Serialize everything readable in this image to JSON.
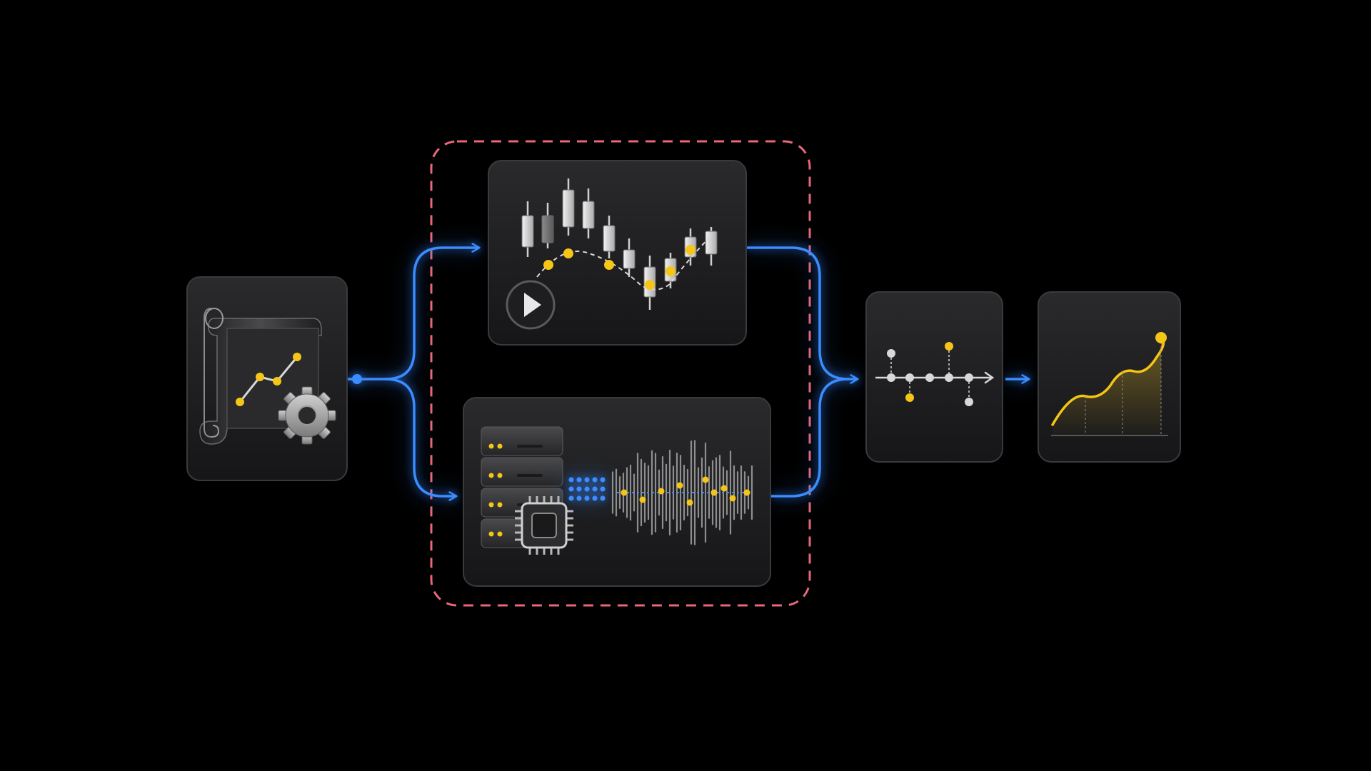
{
  "diagram": {
    "nodes": [
      {
        "id": "script-config",
        "icon": "scroll-chart-gear-icon"
      },
      {
        "id": "replay-market-data",
        "icon": "candlestick-replay-icon"
      },
      {
        "id": "hardware-signal-processing",
        "icon": "server-chip-waveform-icon"
      },
      {
        "id": "event-timeline",
        "icon": "timeline-events-icon"
      },
      {
        "id": "performance-result",
        "icon": "rising-area-chart-icon"
      }
    ],
    "edges": [
      {
        "from": "script-config",
        "to": "replay-market-data"
      },
      {
        "from": "script-config",
        "to": "hardware-signal-processing"
      },
      {
        "from": "replay-market-data",
        "to": "event-timeline"
      },
      {
        "from": "hardware-signal-processing",
        "to": "event-timeline"
      },
      {
        "from": "event-timeline",
        "to": "performance-result"
      }
    ],
    "groups": [
      {
        "id": "parallel-processing-group",
        "members": [
          "replay-market-data",
          "hardware-signal-processing"
        ],
        "style": "dashed"
      }
    ]
  },
  "colors": {
    "background": "#000000",
    "card": "#1c1c1e",
    "card_border": "#3a3a3c",
    "connector": "#3a8cff",
    "accent_yellow": "#f5c518",
    "group_outline": "#e8687a",
    "neutral_light": "#d8d8d8"
  }
}
